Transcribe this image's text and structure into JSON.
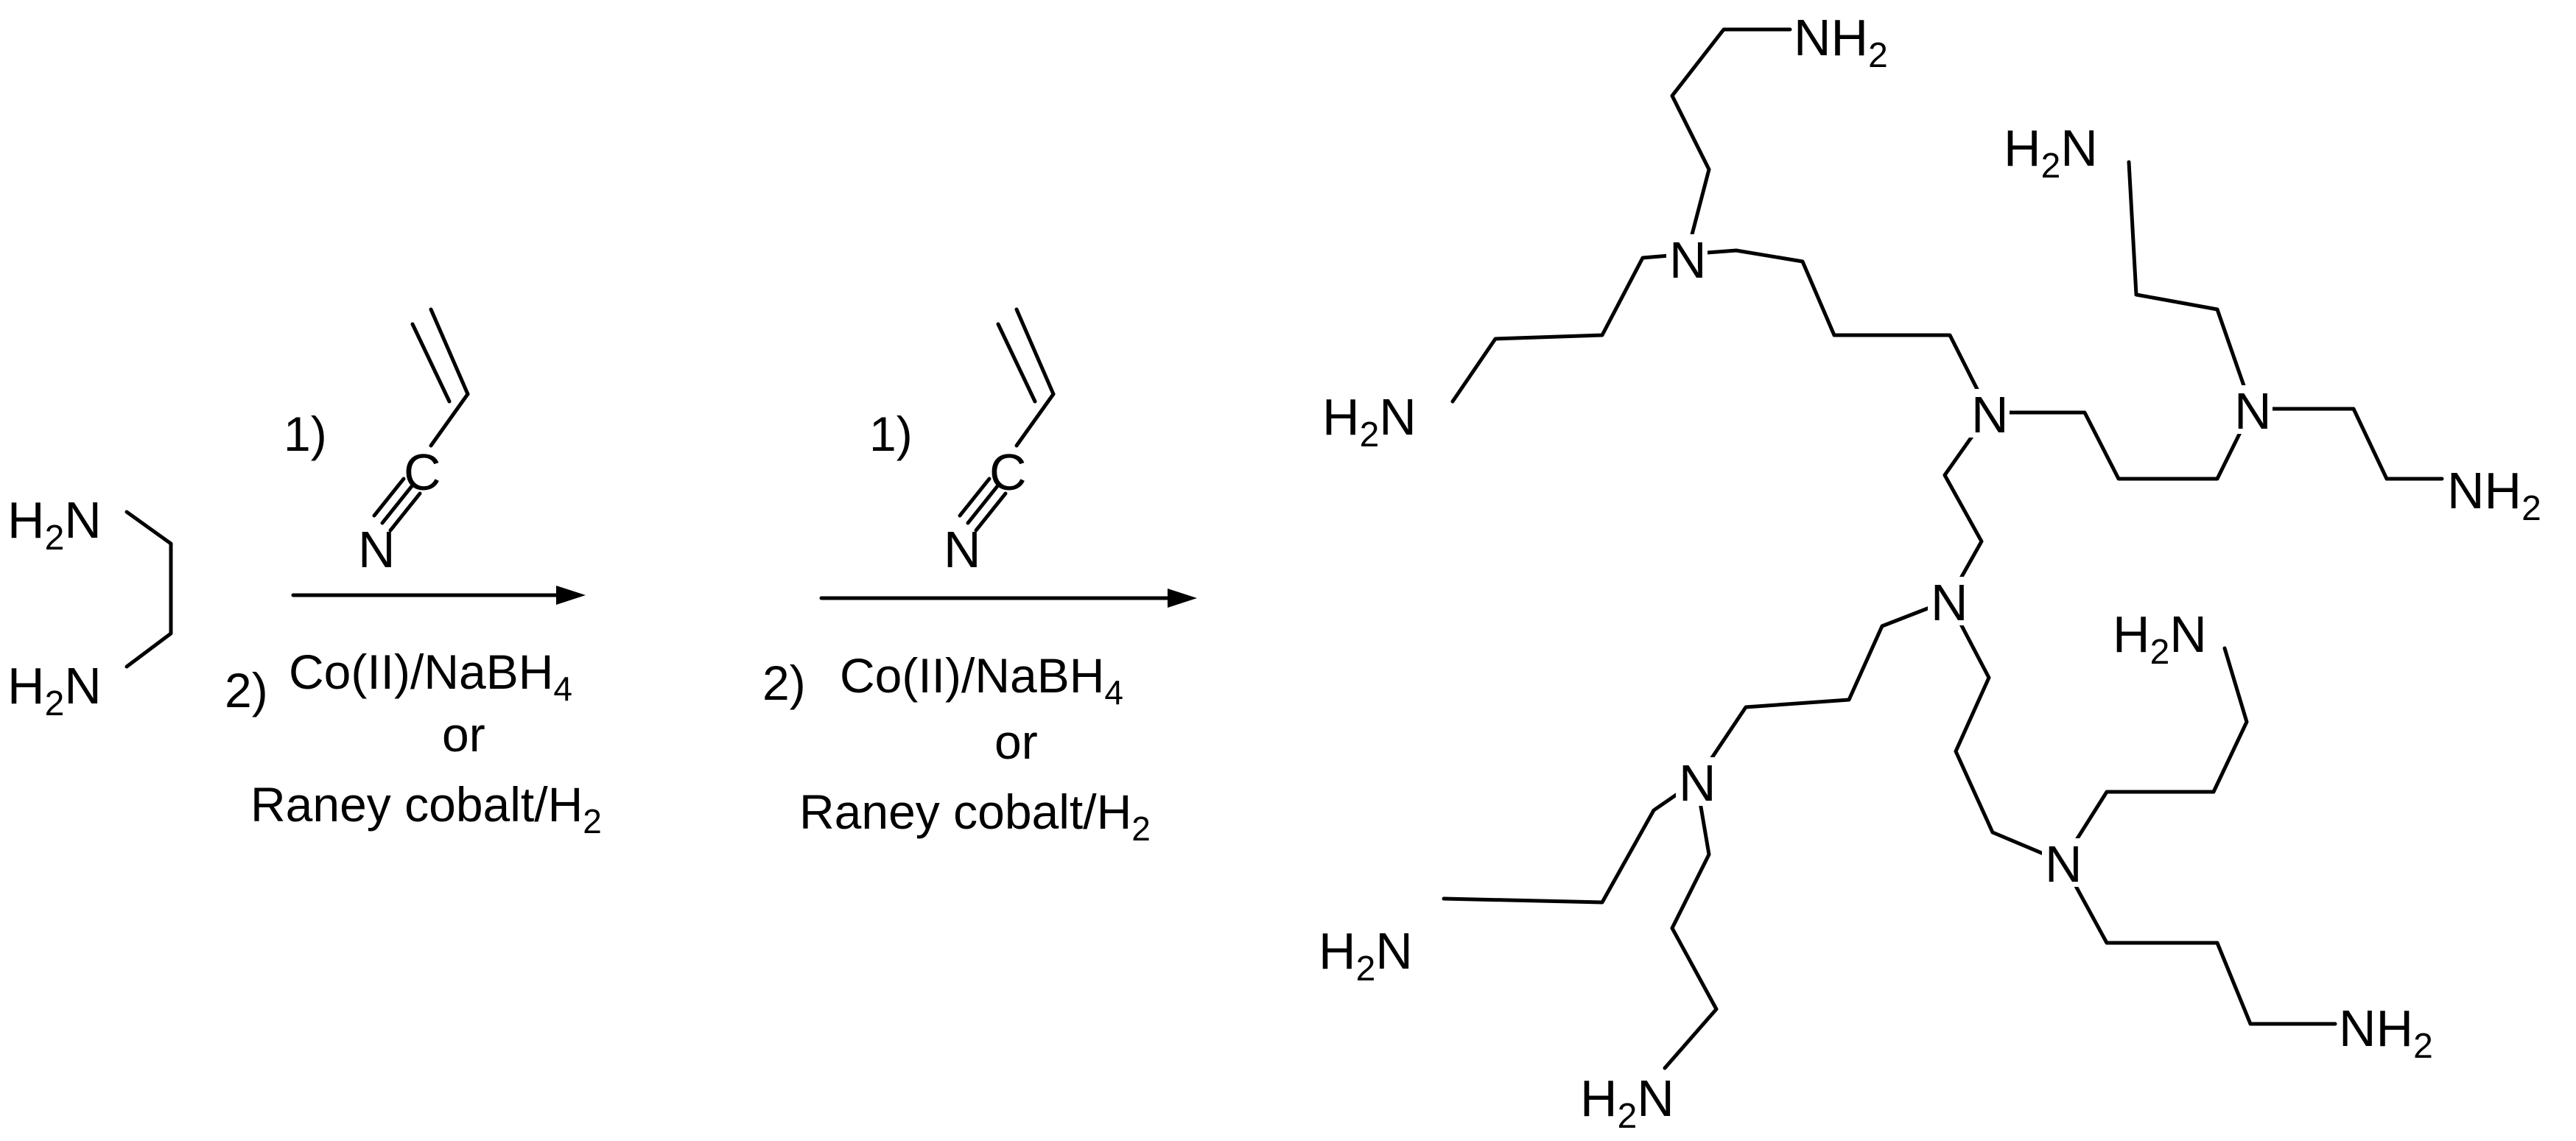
{
  "reagents": {
    "step1": {
      "step1_number": "1)",
      "step2_number": "2)",
      "acrylonitrile_C": "C",
      "acrylonitrile_N": "N",
      "reductant": "Co(II)/NaBH",
      "reductant_sub": "4",
      "or": "or",
      "alternative": "Raney cobalt/H",
      "alternative_sub": "2"
    },
    "step2": {
      "step1_number": "1)",
      "step2_number": "2)",
      "acrylonitrile_C": "C",
      "acrylonitrile_N": "N",
      "reductant": "Co(II)/NaBH",
      "reductant_sub": "4",
      "or": "or",
      "alternative": "Raney cobalt/H",
      "alternative_sub": "2"
    }
  },
  "labels": {
    "amine_left": "H",
    "amine_right": "N",
    "amine_left_right": "NH",
    "subscript": "2",
    "tertiary_amine": "N"
  }
}
